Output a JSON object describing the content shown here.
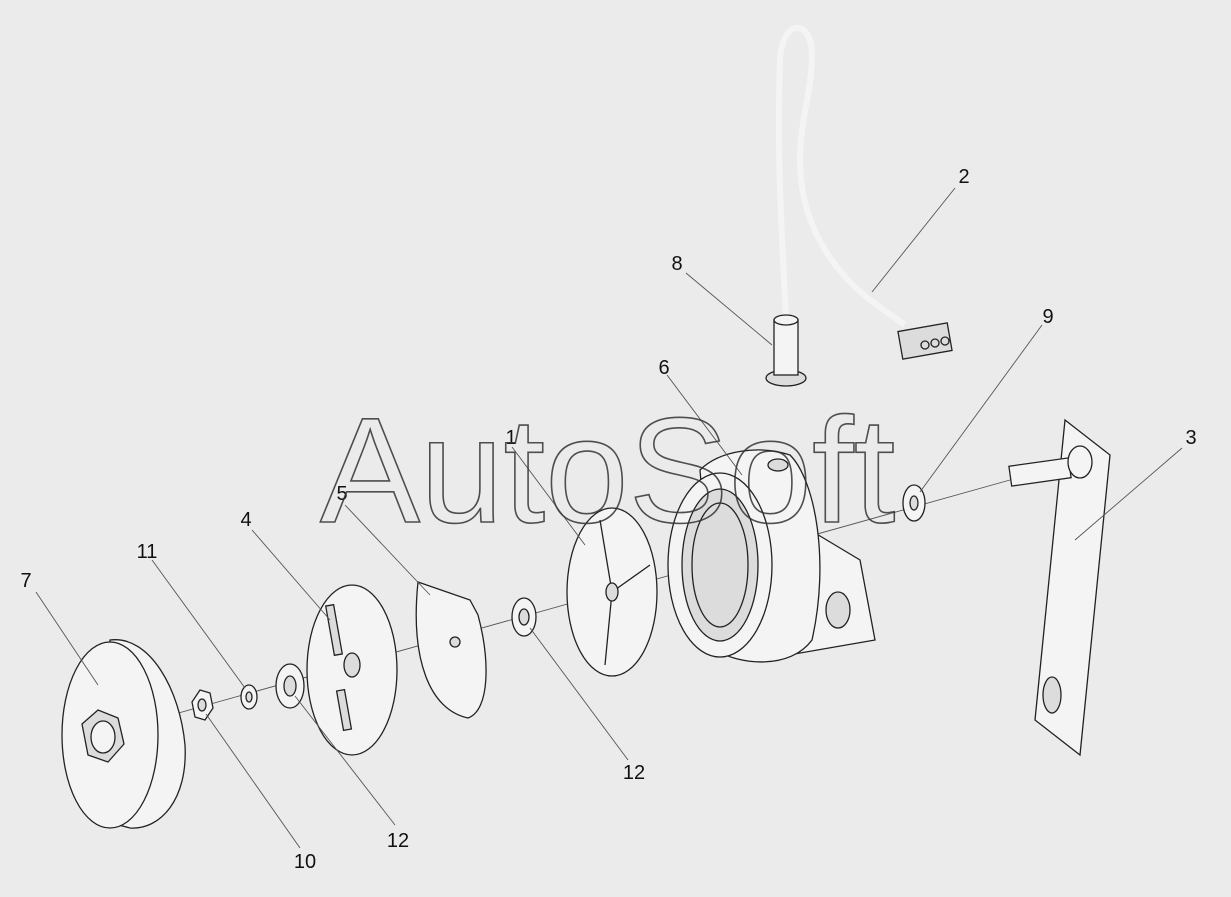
{
  "watermark": "AutoSoft",
  "callouts": [
    "1",
    "2",
    "3",
    "4",
    "5",
    "6",
    "7",
    "8",
    "9",
    "10",
    "11",
    "12",
    "12"
  ],
  "colors": {
    "background": "#ebebeb",
    "line": "#222222",
    "part_fill": "#f4f4f4"
  }
}
